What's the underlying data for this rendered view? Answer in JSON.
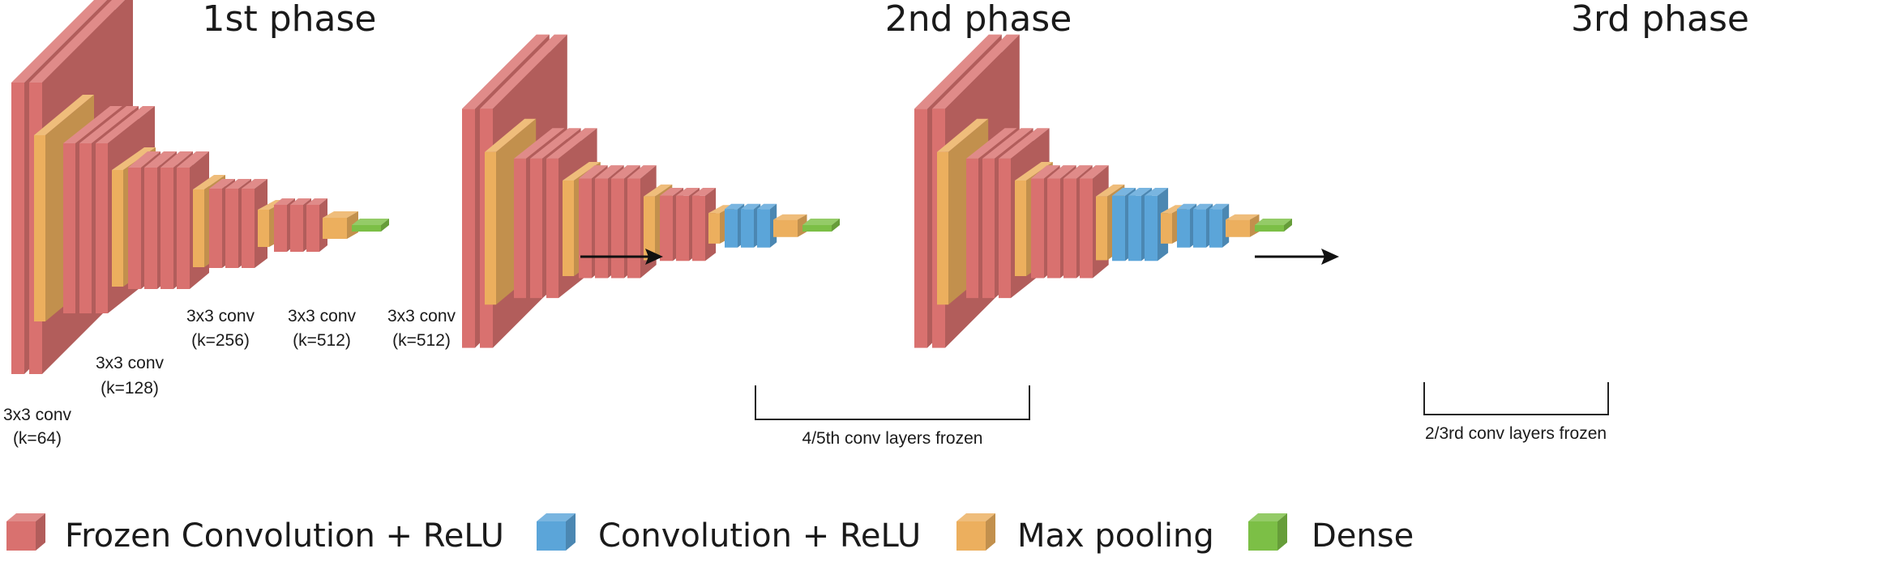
{
  "colors": {
    "frozen_conv": "#d9716f",
    "conv": "#5ba5d9",
    "max_pool": "#ecaf5e",
    "dense": "#7cbf46"
  },
  "phases": [
    {
      "title": "1st phase",
      "block_groups": [
        {
          "label_line1": "3x3 conv",
          "label_line2": "(k=64)"
        },
        {
          "label_line1": "3x3 conv",
          "label_line2": "(k=128)"
        },
        {
          "label_line1": "3x3 conv",
          "label_line2": "(k=256)"
        },
        {
          "label_line1": "3x3 conv",
          "label_line2": "(k=512)"
        },
        {
          "label_line1": "3x3 conv",
          "label_line2": "(k=512)"
        }
      ],
      "frozen_note": ""
    },
    {
      "title": "2nd phase",
      "frozen_note": "4/5th conv layers frozen"
    },
    {
      "title": "3rd phase",
      "frozen_note": "2/3rd conv layers frozen"
    }
  ],
  "legend": [
    {
      "label": "Frozen Convolution + ReLU",
      "color_key": "frozen_conv"
    },
    {
      "label": "Convolution + ReLU",
      "color_key": "conv"
    },
    {
      "label": "Max pooling",
      "color_key": "max_pool"
    },
    {
      "label": "Dense",
      "color_key": "dense"
    }
  ]
}
